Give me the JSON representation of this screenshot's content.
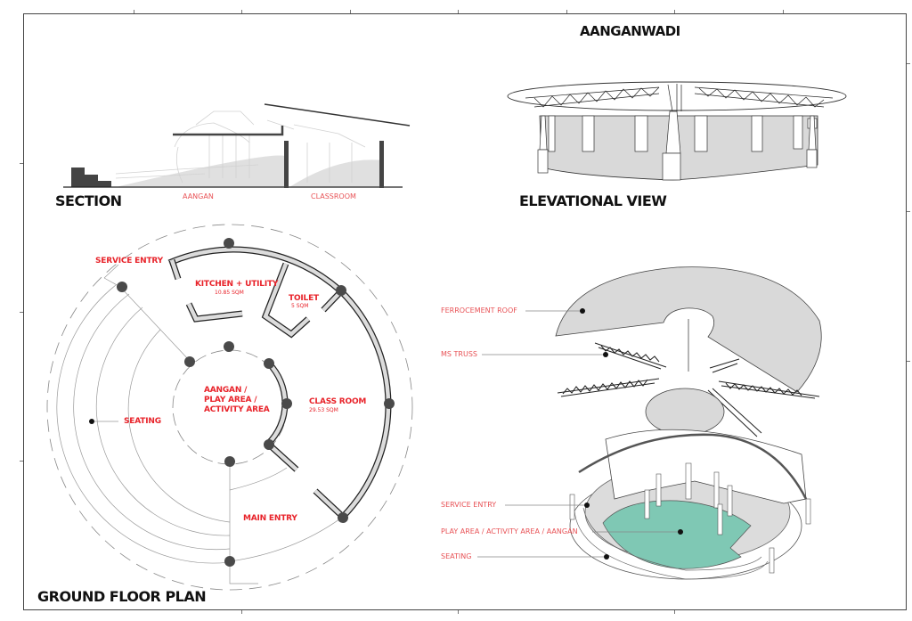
{
  "sheet": {
    "title": "AANGANWADI"
  },
  "section": {
    "title": "SECTION",
    "labels": [
      "AANGAN",
      "CLASSROOM"
    ]
  },
  "elevation": {
    "title": "ELEVATIONAL VIEW"
  },
  "plan": {
    "title": "GROUND FLOOR PLAN",
    "rooms": [
      {
        "name": "SERVICE ENTRY",
        "area": ""
      },
      {
        "name": "KITCHEN + UTILITY",
        "area": "10.85 SQM"
      },
      {
        "name": "TOILET",
        "area": "5 SQM"
      },
      {
        "name": "AANGAN /",
        "area": ""
      },
      {
        "name": "PLAY AREA /",
        "area": ""
      },
      {
        "name": "ACTIVITY AREA",
        "area": ""
      },
      {
        "name": "CLASS ROOM",
        "area": "29.53 SQM"
      },
      {
        "name": "SEATING",
        "area": ""
      },
      {
        "name": "MAIN ENTRY",
        "area": ""
      }
    ]
  },
  "exploded": {
    "callouts": [
      "FERROCEMENT ROOF",
      "MS TRUSS",
      "SERVICE ENTRY",
      "PLAY AREA / ACTIVITY AREA / AANGAN",
      "SEATING"
    ]
  },
  "colors": {
    "label_red": "#e8232a",
    "fill_grey": "#d9d9d9",
    "play_area_green": "#7fc8b4",
    "column_dark": "#4a4a4a"
  }
}
